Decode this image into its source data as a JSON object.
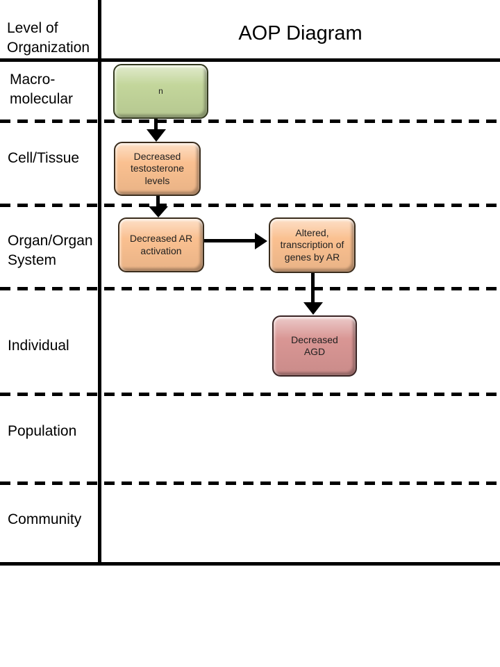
{
  "header": {
    "level_label": "Level of\nOrganization",
    "title": "AOP Diagram"
  },
  "rows": [
    {
      "label": "Macro-\nmolecular"
    },
    {
      "label": "Cell/Tissue"
    },
    {
      "label": "Organ/Organ\nSystem"
    },
    {
      "label": "Individual"
    },
    {
      "label": "Population"
    },
    {
      "label": "Community"
    }
  ],
  "nodes": [
    {
      "id": "n1",
      "label": "n",
      "fill": "#c3d69b",
      "row": "Macro-molecular"
    },
    {
      "id": "n2",
      "label": "Decreased\ntestosterone\nlevels",
      "fill": "#fac090",
      "row": "Cell/Tissue"
    },
    {
      "id": "n3",
      "label": "Decreased AR\nactivation",
      "fill": "#fac090",
      "row": "Organ/Organ System"
    },
    {
      "id": "n4",
      "label": "Altered,\ntranscription of\ngenes by AR",
      "fill": "#fac090",
      "row": "Organ/Organ System"
    },
    {
      "id": "n5",
      "label": "Decreased\nAGD",
      "fill": "#d99694",
      "row": "Individual"
    }
  ],
  "edges": [
    {
      "from": "n1",
      "to": "n2",
      "direction": "down"
    },
    {
      "from": "n2",
      "to": "n3",
      "direction": "down"
    },
    {
      "from": "n3",
      "to": "n4",
      "direction": "right"
    },
    {
      "from": "n4",
      "to": "n5",
      "direction": "down"
    }
  ],
  "colors": {
    "node_green": "#c3d69b",
    "node_orange": "#fac090",
    "node_pink": "#d99694",
    "line": "#000000",
    "background": "#ffffff"
  }
}
